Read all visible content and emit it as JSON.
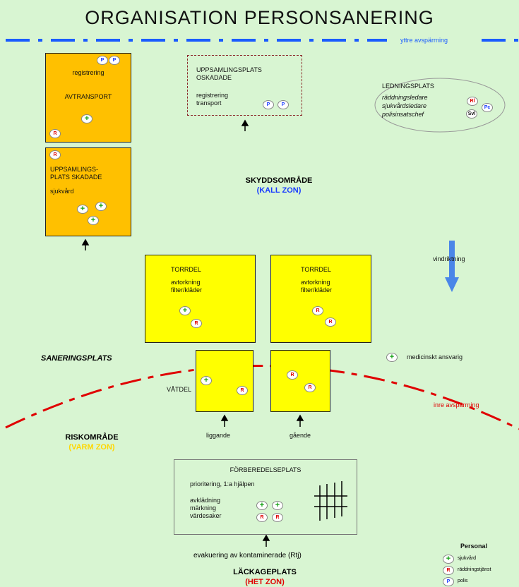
{
  "title": "ORGANISATION PERSONSANERING",
  "outer_cordon_label": "yttre avspärrning",
  "inner_cordon_label": "inre avspärrning",
  "transport_box": {
    "line1": "registrering",
    "line2": "AVTRANSPORT"
  },
  "injured_box": {
    "title": "UPPSAMLINGS-\nPLATS SKADADE",
    "sub": "sjukvård"
  },
  "uninjured_box": {
    "title": "UPPSAMLINGSPLATS\nOSKADADE",
    "sub": "registrering\ntransport"
  },
  "command_post": {
    "title": "LEDNINGSPLATS",
    "items": [
      "räddningsledare",
      "sjukvårdsledare",
      "polisinsatschef"
    ]
  },
  "safe_zone": {
    "title": "SKYDDSOMRÅDE",
    "sub": "(KALL ZON)"
  },
  "wind_label": "vindriktning",
  "dry_left": {
    "title": "TORRDEL",
    "sub": "avtorkning\nfilter/kläder"
  },
  "dry_right": {
    "title": "TORRDEL",
    "sub": "avtorkning\nfilter/kläder"
  },
  "decon_label": "SANERINGSPLATS",
  "wet_label": "VÅTDEL",
  "lying_label": "liggande",
  "walking_label": "gående",
  "medical_label": "medicinskt ansvarig",
  "risk_zone": {
    "title": "RISKOMRÅDE",
    "sub": "(VARM ZON)"
  },
  "prep_box": {
    "title": "FÖRBEREDELSEPLATS",
    "line1": "prioritering, 1:a hjälpen",
    "list": "avklädning\nmärkning\nvärdesaker"
  },
  "evacuation_label": "evakuering av kontaminerade (Rtj)",
  "leak_zone": {
    "title": "LÄCKAGEPLATS",
    "sub": "(HET ZON)"
  },
  "legend": {
    "title": "Personal",
    "items": [
      "sjukvård",
      "räddningstjänst",
      "polis"
    ]
  },
  "badges": {
    "P": "P",
    "R": "R",
    "G": "+",
    "Rl": "Rl",
    "Pc": "Pc",
    "Svl": "Svl"
  },
  "colors": {
    "background": "#d8f5d2",
    "orange": "#ffc000",
    "yellow": "#ffff00",
    "outer_line": "#1a5cff",
    "inner_line": "#e00000",
    "arrow": "#4a86e8"
  }
}
